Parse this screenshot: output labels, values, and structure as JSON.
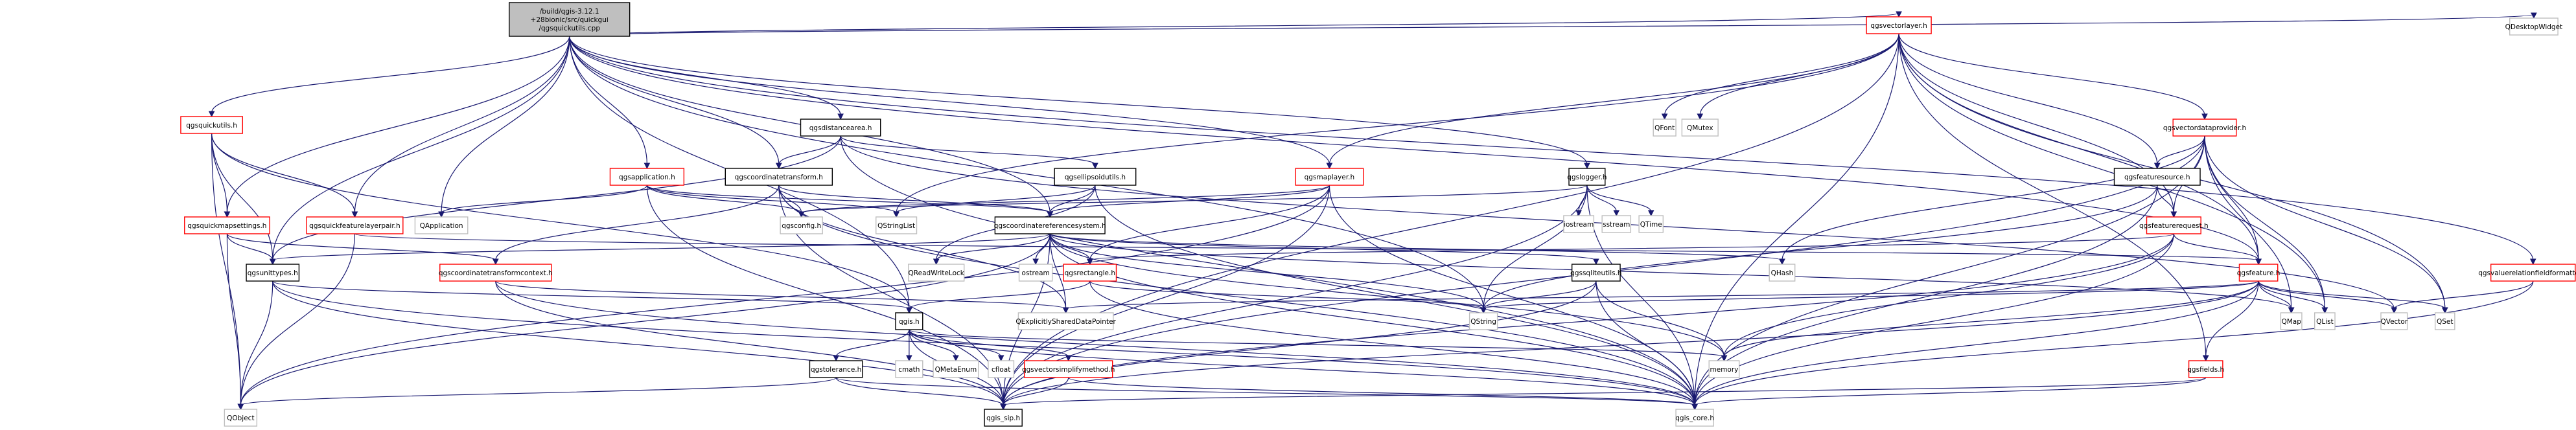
{
  "diagram": {
    "type": "include-dependency-graph",
    "root": "/build/qgis-3.12.1+28bionic/src/quickgui/qgsquickutils.cpp",
    "root_lines": [
      "/build/qgis-3.12.1",
      "+28bionic/src/quickgui",
      "/qgsquickutils.cpp"
    ],
    "legend": {
      "root_fill": "#bfbfbf",
      "documented_border": "#000000",
      "truncated_border": "#ff0000",
      "external_border": "#bfbfbf",
      "edge_color": "#191970"
    },
    "nodes": [
      {
        "id": "root",
        "label": "/build/qgis-3.12.1\n+28bionic/src/quickgui\n/qgsquickutils.cpp",
        "kind": "root"
      },
      {
        "id": "qgsvectorlayer",
        "label": "qgsvectorlayer.h",
        "kind": "trunc"
      },
      {
        "id": "QDesktopWidget",
        "label": "QDesktopWidget",
        "kind": "ext"
      },
      {
        "id": "qgsquickutils",
        "label": "qgsquickutils.h",
        "kind": "trunc"
      },
      {
        "id": "qgsdistancearea",
        "label": "qgsdistancearea.h",
        "kind": "doc"
      },
      {
        "id": "qgsapplication",
        "label": "qgsapplication.h",
        "kind": "trunc"
      },
      {
        "id": "qgscoordinatetransform",
        "label": "qgscoordinatetransform.h",
        "kind": "doc"
      },
      {
        "id": "qgsellipsoidutils",
        "label": "qgsellipsoidutils.h",
        "kind": "doc"
      },
      {
        "id": "qgsmaplayer",
        "label": "qgsmaplayer.h",
        "kind": "trunc"
      },
      {
        "id": "qgslogger",
        "label": "qgslogger.h",
        "kind": "doc"
      },
      {
        "id": "QFont",
        "label": "QFont",
        "kind": "ext"
      },
      {
        "id": "QMutex",
        "label": "QMutex",
        "kind": "ext"
      },
      {
        "id": "qgsvectordataprovider",
        "label": "qgsvectordataprovider.h",
        "kind": "trunc"
      },
      {
        "id": "qgsfeaturesource",
        "label": "qgsfeaturesource.h",
        "kind": "doc"
      },
      {
        "id": "qgsquickmapsettings",
        "label": "qgsquickmapsettings.h",
        "kind": "trunc"
      },
      {
        "id": "qgsquickfeaturelayerpair",
        "label": "qgsquickfeaturelayerpair.h",
        "kind": "trunc"
      },
      {
        "id": "QApplication",
        "label": "QApplication",
        "kind": "ext"
      },
      {
        "id": "qgsconfig",
        "label": "qgsconfig.h",
        "kind": "ext"
      },
      {
        "id": "QStringList",
        "label": "QStringList",
        "kind": "ext"
      },
      {
        "id": "qgscoordinatereferencesystem",
        "label": "qgscoordinatereferencesystem.h",
        "kind": "doc"
      },
      {
        "id": "iostream",
        "label": "iostream",
        "kind": "ext"
      },
      {
        "id": "sstream",
        "label": "sstream",
        "kind": "ext"
      },
      {
        "id": "QTime",
        "label": "QTime",
        "kind": "ext"
      },
      {
        "id": "qgsfeaturerequest",
        "label": "qgsfeaturerequest.h",
        "kind": "trunc"
      },
      {
        "id": "qgsunittypes",
        "label": "qgsunittypes.h",
        "kind": "doc"
      },
      {
        "id": "qgscoordinatetransformcontext",
        "label": "qgscoordinatetransformcontext.h",
        "kind": "trunc"
      },
      {
        "id": "QReadWriteLock",
        "label": "QReadWriteLock",
        "kind": "ext"
      },
      {
        "id": "ostream",
        "label": "ostream",
        "kind": "ext"
      },
      {
        "id": "qgsrectangle",
        "label": "qgsrectangle.h",
        "kind": "trunc"
      },
      {
        "id": "qgssqliteutils",
        "label": "qgssqliteutils.h",
        "kind": "doc"
      },
      {
        "id": "QHash",
        "label": "QHash",
        "kind": "ext"
      },
      {
        "id": "qgsfeature",
        "label": "qgsfeature.h",
        "kind": "trunc"
      },
      {
        "id": "qgsvaluerelationfieldformatter",
        "label": "qgsvaluerelationfieldformatter.h",
        "kind": "trunc"
      },
      {
        "id": "QExplicitlySharedDataPointer",
        "label": "QExplicitlySharedDataPointer",
        "kind": "ext"
      },
      {
        "id": "QString",
        "label": "QString",
        "kind": "ext"
      },
      {
        "id": "QMap",
        "label": "QMap",
        "kind": "ext"
      },
      {
        "id": "QList",
        "label": "QList",
        "kind": "ext"
      },
      {
        "id": "QVector",
        "label": "QVector",
        "kind": "ext"
      },
      {
        "id": "QSet",
        "label": "QSet",
        "kind": "ext"
      },
      {
        "id": "qgis",
        "label": "qgis.h",
        "kind": "doc"
      },
      {
        "id": "qgstolerance",
        "label": "qgstolerance.h",
        "kind": "doc"
      },
      {
        "id": "cmath",
        "label": "cmath",
        "kind": "ext"
      },
      {
        "id": "QMetaEnum",
        "label": "QMetaEnum",
        "kind": "ext"
      },
      {
        "id": "cfloat",
        "label": "cfloat",
        "kind": "ext"
      },
      {
        "id": "qgsvectorsimplifymethod",
        "label": "qgsvectorsimplifymethod.h",
        "kind": "trunc"
      },
      {
        "id": "memory",
        "label": "memory",
        "kind": "ext"
      },
      {
        "id": "qgsfields",
        "label": "qgsfields.h",
        "kind": "trunc"
      },
      {
        "id": "QObject",
        "label": "QObject",
        "kind": "ext"
      },
      {
        "id": "qgis_sip",
        "label": "qgis_sip.h",
        "kind": "doc"
      },
      {
        "id": "qgis_core",
        "label": "qgis_core.h",
        "kind": "ext"
      }
    ],
    "edges": [
      [
        "root",
        "qgsvectorlayer"
      ],
      [
        "root",
        "QDesktopWidget"
      ],
      [
        "root",
        "qgsquickutils"
      ],
      [
        "root",
        "qgsdistancearea"
      ],
      [
        "root",
        "qgsapplication"
      ],
      [
        "root",
        "qgscoordinatetransform"
      ],
      [
        "root",
        "qgsmaplayer"
      ],
      [
        "root",
        "qgslogger"
      ],
      [
        "root",
        "qgsquickmapsettings"
      ],
      [
        "root",
        "qgsquickfeaturelayerpair"
      ],
      [
        "root",
        "QApplication"
      ],
      [
        "root",
        "qgscoordinatereferencesystem"
      ],
      [
        "root",
        "qgsunittypes"
      ],
      [
        "root",
        "qgis"
      ],
      [
        "root",
        "QString"
      ],
      [
        "root",
        "qgsfeature"
      ],
      [
        "root",
        "qgsvaluerelationfieldformatter"
      ],
      [
        "qgsvectorlayer",
        "QFont"
      ],
      [
        "qgsvectorlayer",
        "QMutex"
      ],
      [
        "qgsvectorlayer",
        "qgsvectordataprovider"
      ],
      [
        "qgsvectorlayer",
        "qgsfeaturesource"
      ],
      [
        "qgsvectorlayer",
        "qgsmaplayer"
      ],
      [
        "qgsvectorlayer",
        "qgsfeaturerequest"
      ],
      [
        "qgsvectorlayer",
        "qgsfeature"
      ],
      [
        "qgsvectorlayer",
        "qgsfields"
      ],
      [
        "qgsvectorlayer",
        "QStringList"
      ],
      [
        "qgsvectorlayer",
        "QList"
      ],
      [
        "qgsvectorlayer",
        "QSet"
      ],
      [
        "qgsvectorlayer",
        "qgis_core"
      ],
      [
        "qgsvectorlayer",
        "qgis_sip"
      ],
      [
        "qgsvectordataprovider",
        "qgsfeaturesource"
      ],
      [
        "qgsvectordataprovider",
        "qgsfeaturerequest"
      ],
      [
        "qgsvectordataprovider",
        "qgsfeature"
      ],
      [
        "qgsvectordataprovider",
        "QMap"
      ],
      [
        "qgsvectordataprovider",
        "QList"
      ],
      [
        "qgsvectordataprovider",
        "QSet"
      ],
      [
        "qgsvectordataprovider",
        "QHash"
      ],
      [
        "qgsvectordataprovider",
        "qgis_core"
      ],
      [
        "qgsvectordataprovider",
        "qgis_sip"
      ],
      [
        "qgsfeaturesource",
        "qgsfeaturerequest"
      ],
      [
        "qgsfeaturesource",
        "qgis_core"
      ],
      [
        "qgsfeaturesource",
        "QString"
      ],
      [
        "qgsfeaturerequest",
        "qgsfeature"
      ],
      [
        "qgsfeaturerequest",
        "qgsrectangle"
      ],
      [
        "qgsfeaturerequest",
        "memory"
      ],
      [
        "qgsfeaturerequest",
        "qgis_core"
      ],
      [
        "qgsfeaturerequest",
        "qgis_sip"
      ],
      [
        "qgsfeature",
        "QMap"
      ],
      [
        "qgsfeature",
        "QList"
      ],
      [
        "qgsfeature",
        "QVector"
      ],
      [
        "qgsfeature",
        "QSet"
      ],
      [
        "qgsfeature",
        "QString"
      ],
      [
        "qgsfeature",
        "qgsfields"
      ],
      [
        "qgsfeature",
        "memory"
      ],
      [
        "qgsfeature",
        "qgis_core"
      ],
      [
        "qgsfeature",
        "qgis_sip"
      ],
      [
        "qgsfeature",
        "QExplicitlySharedDataPointer"
      ],
      [
        "qgsvaluerelationfieldformatter",
        "QVector"
      ],
      [
        "qgsvaluerelationfieldformatter",
        "qgis_core"
      ],
      [
        "qgsquickutils",
        "qgsquickmapsettings"
      ],
      [
        "qgsquickutils",
        "qgsquickfeaturelayerpair"
      ],
      [
        "qgsquickutils",
        "qgsunittypes"
      ],
      [
        "qgsquickutils",
        "QObject"
      ],
      [
        "qgsquickutils",
        "qgis"
      ],
      [
        "qgsquickmapsettings",
        "QObject"
      ],
      [
        "qgsquickmapsettings",
        "qgscoordinatetransformcontext"
      ],
      [
        "qgsquickmapsettings",
        "qgsunittypes"
      ],
      [
        "qgsquickfeaturelayerpair",
        "qgsfeature"
      ],
      [
        "qgsquickfeaturelayerpair",
        "QObject"
      ],
      [
        "qgsdistancearea",
        "qgscoordinatetransform"
      ],
      [
        "qgsdistancearea",
        "qgsellipsoidutils"
      ],
      [
        "qgsdistancearea",
        "qgsunittypes"
      ],
      [
        "qgsdistancearea",
        "QVector"
      ],
      [
        "qgsdistancearea",
        "qgis_core"
      ],
      [
        "qgsapplication",
        "QApplication"
      ],
      [
        "qgsapplication",
        "qgsconfig"
      ],
      [
        "qgsapplication",
        "QStringList"
      ],
      [
        "qgsapplication",
        "qgis_sip"
      ],
      [
        "qgsapplication",
        "qgscoordinatereferencesystem"
      ],
      [
        "qgscoordinatetransform",
        "qgsconfig"
      ],
      [
        "qgscoordinatetransform",
        "qgscoordinatereferencesystem"
      ],
      [
        "qgscoordinatetransform",
        "qgscoordinatetransformcontext"
      ],
      [
        "qgscoordinatetransform",
        "QExplicitlySharedDataPointer"
      ],
      [
        "qgscoordinatetransform",
        "qgis_core"
      ],
      [
        "qgscoordinatetransform",
        "qgis_sip"
      ],
      [
        "qgsellipsoidutils",
        "QStringList"
      ],
      [
        "qgsellipsoidutils",
        "qgscoordinatereferencesystem"
      ],
      [
        "qgsellipsoidutils",
        "QReadWriteLock"
      ],
      [
        "qgsellipsoidutils",
        "qgis_core"
      ],
      [
        "qgsmaplayer",
        "qgsrectangle"
      ],
      [
        "qgsmaplayer",
        "qgscoordinatereferencesystem"
      ],
      [
        "qgsmaplayer",
        "qgis_sip"
      ],
      [
        "qgsmaplayer",
        "qgis_core"
      ],
      [
        "qgsmaplayer",
        "qgsconfig"
      ],
      [
        "qgsmaplayer",
        "QObject"
      ],
      [
        "qgslogger",
        "iostream"
      ],
      [
        "qgslogger",
        "sstream"
      ],
      [
        "qgslogger",
        "QTime"
      ],
      [
        "qgslogger",
        "qgsconfig"
      ],
      [
        "qgslogger",
        "qgis_core"
      ],
      [
        "qgslogger",
        "qgis_sip"
      ],
      [
        "qgslogger",
        "QString"
      ],
      [
        "qgscoordinatereferencesystem",
        "QReadWriteLock"
      ],
      [
        "qgscoordinatereferencesystem",
        "ostream"
      ],
      [
        "qgscoordinatereferencesystem",
        "qgsrectangle"
      ],
      [
        "qgscoordinatereferencesystem",
        "qgssqliteutils"
      ],
      [
        "qgscoordinatereferencesystem",
        "QHash"
      ],
      [
        "qgscoordinatereferencesystem",
        "QExplicitlySharedDataPointer"
      ],
      [
        "qgscoordinatereferencesystem",
        "qgsunittypes"
      ],
      [
        "qgscoordinatereferencesystem",
        "QString"
      ],
      [
        "qgscoordinatereferencesystem",
        "QMap"
      ],
      [
        "qgscoordinatereferencesystem",
        "memory"
      ],
      [
        "qgscoordinatereferencesystem",
        "qgis_core"
      ],
      [
        "qgscoordinatereferencesystem",
        "qgis_sip"
      ],
      [
        "qgscoordinatereferencesystem",
        "QObject"
      ],
      [
        "qgsunittypes",
        "QObject"
      ],
      [
        "qgsunittypes",
        "qgis"
      ],
      [
        "qgsunittypes",
        "qgis_core"
      ],
      [
        "qgsunittypes",
        "qgis_sip"
      ],
      [
        "qgscoordinatetransformcontext",
        "qgis_core"
      ],
      [
        "qgscoordinatetransformcontext",
        "qgis_sip"
      ],
      [
        "qgscoordinatetransformcontext",
        "QExplicitlySharedDataPointer"
      ],
      [
        "qgsrectangle",
        "qgis"
      ],
      [
        "qgsrectangle",
        "qgis_core"
      ],
      [
        "qgsrectangle",
        "QString"
      ],
      [
        "qgssqliteutils",
        "QString"
      ],
      [
        "qgssqliteutils",
        "memory"
      ],
      [
        "qgssqliteutils",
        "qgis_core"
      ],
      [
        "qgssqliteutils",
        "qgis_sip"
      ],
      [
        "qgis",
        "qgstolerance"
      ],
      [
        "qgis",
        "cmath"
      ],
      [
        "qgis",
        "QMetaEnum"
      ],
      [
        "qgis",
        "cfloat"
      ],
      [
        "qgis",
        "memory"
      ],
      [
        "qgis",
        "qgis_core"
      ],
      [
        "qgis",
        "qgis_sip"
      ],
      [
        "qgis",
        "qgsvectorsimplifymethod"
      ],
      [
        "qgstolerance",
        "QObject"
      ],
      [
        "qgstolerance",
        "qgis_core"
      ],
      [
        "qgstolerance",
        "qgis_sip"
      ],
      [
        "qgsvectorsimplifymethod",
        "qgis_core"
      ],
      [
        "qgsvectorsimplifymethod",
        "qgis_sip"
      ],
      [
        "qgsfields",
        "qgis_core"
      ],
      [
        "qgsfields",
        "qgis_sip"
      ]
    ]
  }
}
